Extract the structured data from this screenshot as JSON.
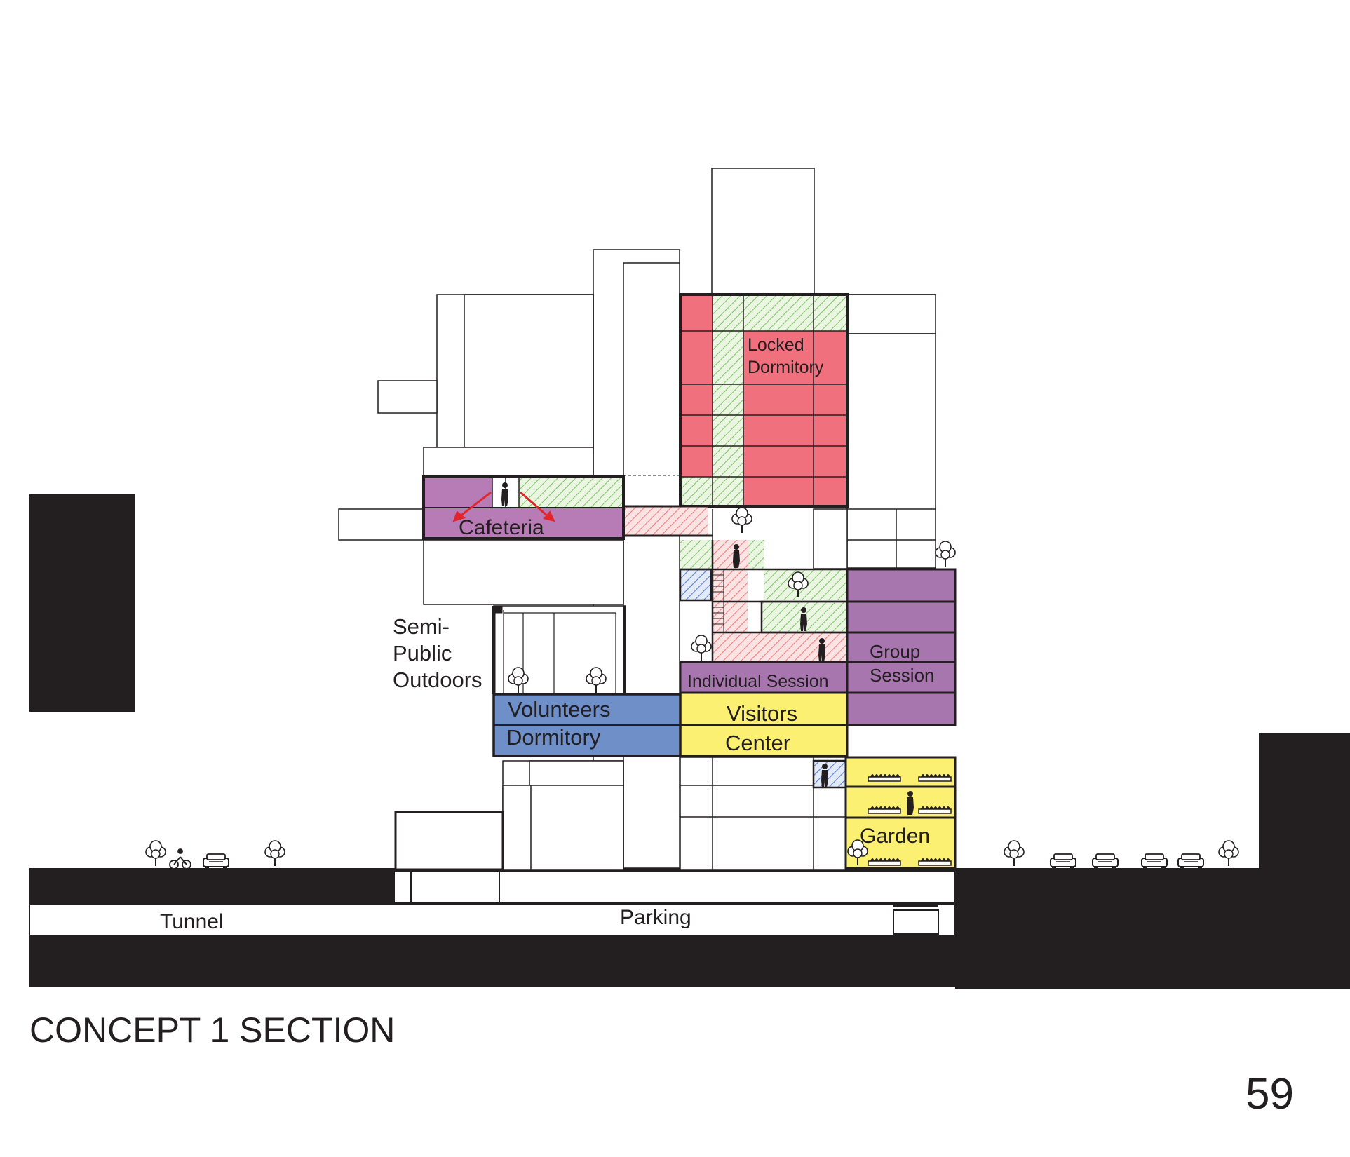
{
  "title": "CONCEPT 1 SECTION",
  "page_number": "59",
  "labels": {
    "locked_dormitory": [
      "Locked",
      "Dormitory"
    ],
    "cafeteria": "Cafeteria",
    "semi_public_outdoors": [
      "Semi-",
      "Public",
      "Outdoors"
    ],
    "volunteers_dormitory": [
      "Volunteers",
      "Dormitory"
    ],
    "individual_session": "Individual Session",
    "group_session": [
      "Group",
      "Session"
    ],
    "visitors_center": [
      "Visitors",
      "Center"
    ],
    "garden": "Garden",
    "tunnel": "Tunnel",
    "parking": "Parking"
  },
  "colors": {
    "locked_dormitory": "#f0707e",
    "cafeteria": "#b77bb5",
    "group_session": "#a876ae",
    "volunteers_dormitory": "#6f8fc9",
    "visitors_center": "#fcf073",
    "garden": "#fcf073",
    "ground": "#231f20",
    "hatch_green": "#7dc462",
    "hatch_red": "#f07f7f",
    "hatch_blue": "#5a7fcf"
  }
}
